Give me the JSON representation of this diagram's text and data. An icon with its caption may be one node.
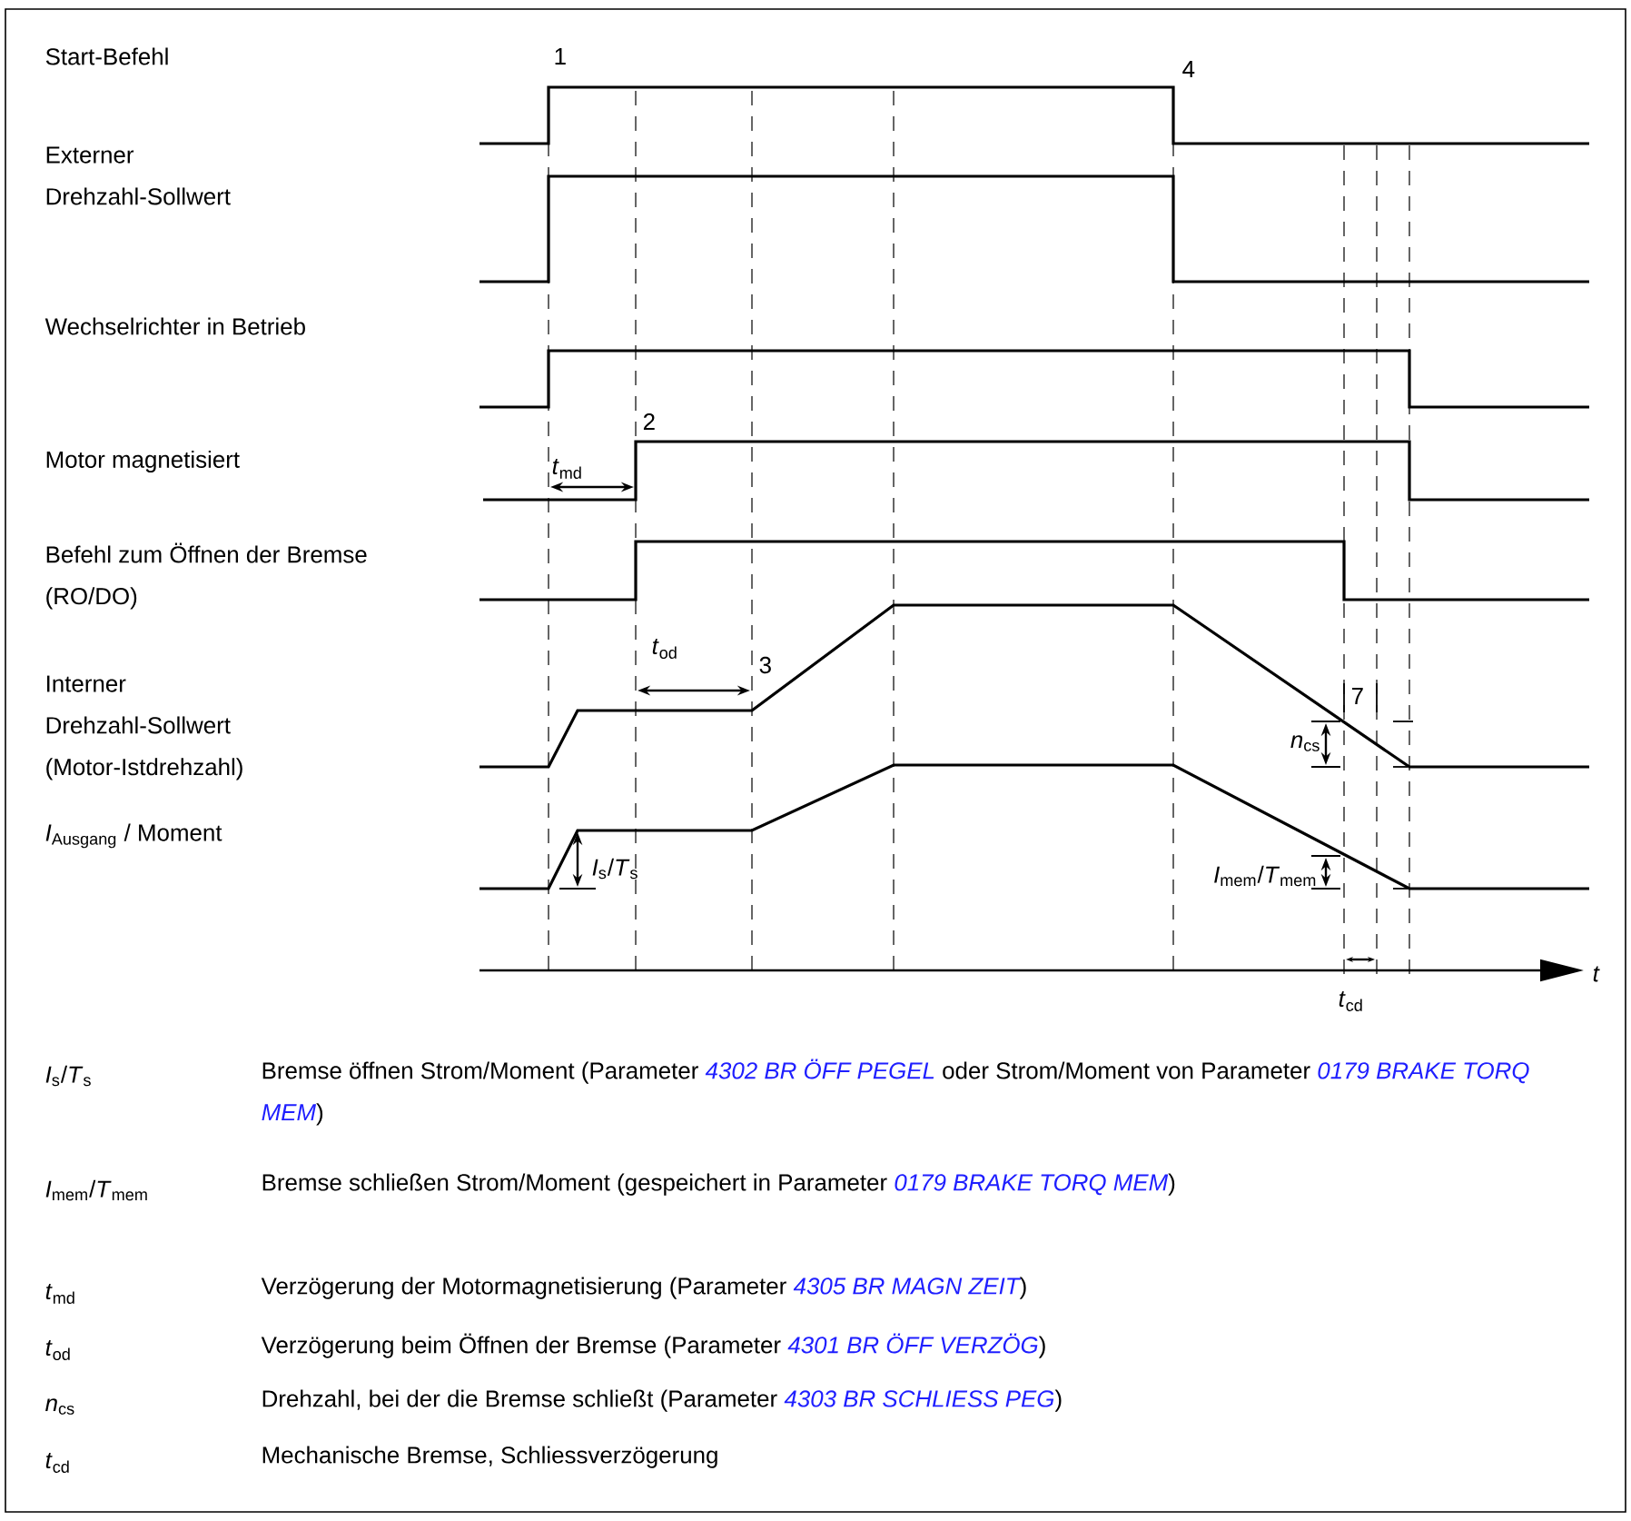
{
  "diagram": {
    "labels": [
      "Start-Befehl",
      "1",
      "4",
      "Externer Drehzahl-Sollwert",
      "Wechselrichter in Betrieb",
      "Motor magnetisiert",
      "*t*$_{md}$",
      "2",
      "Befehl zum Öffnen der Bremse (RO/DO)",
      "Interner Drehzahl-Sollwert (Motor-Istdrehzahl)",
      "*t*$_{od}$",
      "3",
      "7",
      "*n*$_{cs}$",
      "*I*$_{Ausgang}$ / Moment",
      "*I*$_{s}$/*T*$_{s}$",
      "*I*$_{mem}$/*T*$_{mem}$",
      "*t*",
      "*t*$_{cd}$",
      "*I*$_{s}$/*T*$_{s}$",
      "Bremse öffnen Strom/Moment (Parameter *4302 BR ÖFF PEGEL* oder Strom/Moment von Parameter *0179 BRAKE TORQ MEM*)",
      "*I*$_{mem}$/*T*$_{mem}$",
      "Bremse schließen Strom/Moment (gespeichert in Parameter *0179 BRAKE TORQ MEM*)",
      "*t*$_{md}$",
      "Verzögerung der Motormagnetisierung (Parameter *4305 BR MAGN ZEIT*)",
      "*t*$_{od}$",
      "Verzögerung beim Öffnen der Bremse (Parameter *4301 BR ÖFF VERZÖG*)",
      "*n*$_{cs}$",
      "Drehzahl, bei der die Bremse schließt (Parameter *4303 BR SCHLIESS PEG*)",
      "*t*$_{cd}$",
      "Mechanische Bremse, Schliessverzögerung"
    ]
  }
}
